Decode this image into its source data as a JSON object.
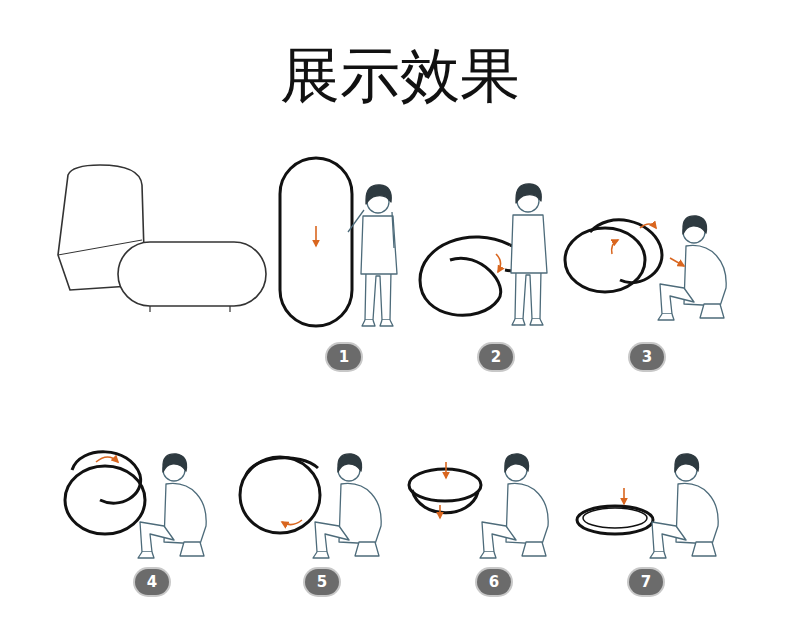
{
  "diagram": {
    "title": "展示效果",
    "labels": [
      "1",
      "2",
      "3",
      "4",
      "5",
      "6",
      "7"
    ]
  }
}
